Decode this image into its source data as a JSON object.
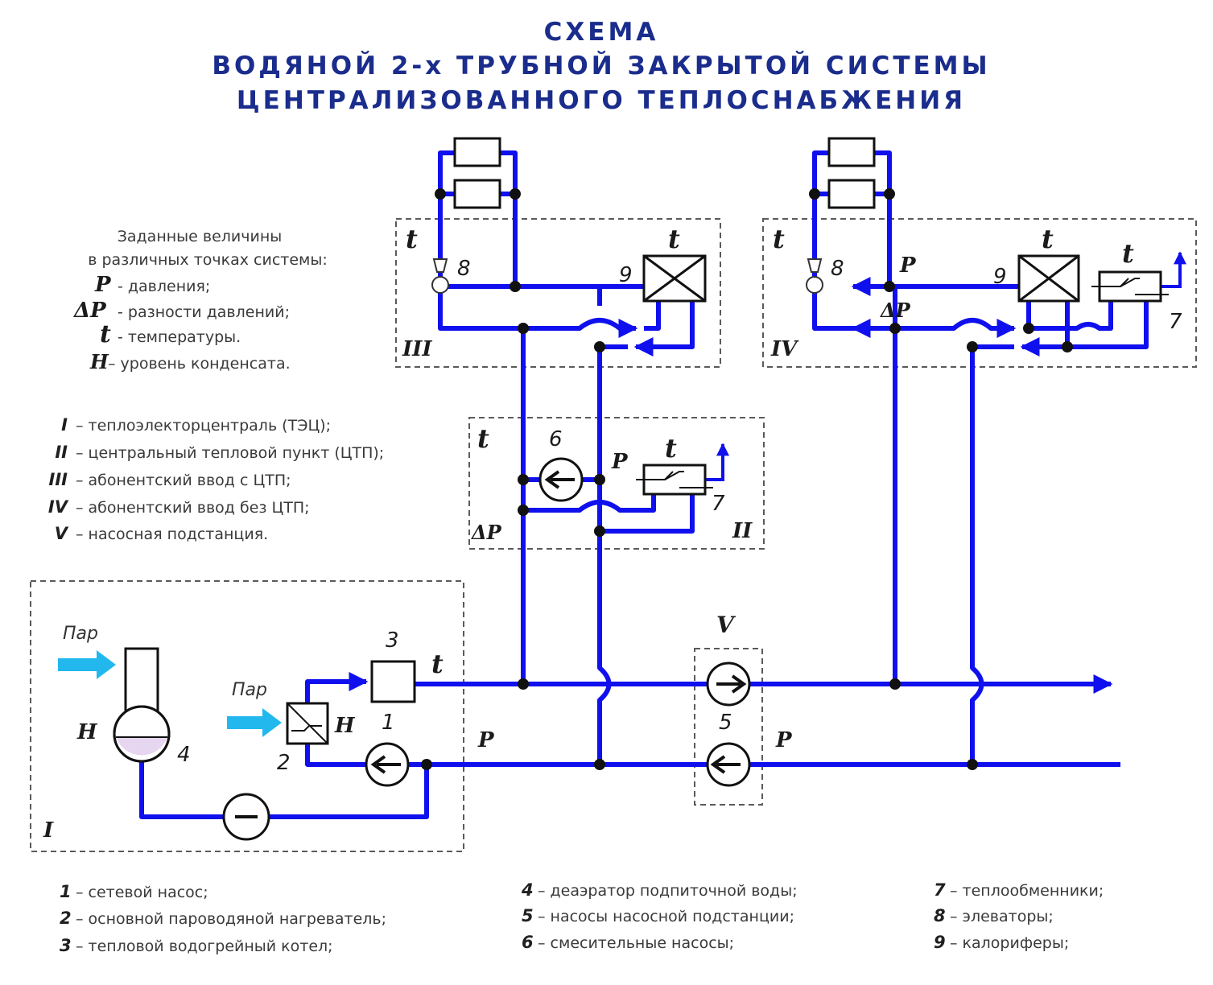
{
  "title": {
    "line1": "СХЕМА",
    "line2": "ВОДЯНОЙ 2-х ТРУБНОЙ ЗАКРЫТОЙ СИСТЕМЫ",
    "line3": "ЦЕНТРАЛИЗОВАННОГО ТЕПЛОСНАБЖЕНИЯ"
  },
  "setpoints": {
    "heading1": "Заданные величины",
    "heading2": "в различных точках системы:",
    "items": [
      {
        "key": "P",
        "text": "- давления;"
      },
      {
        "key": "ΔP",
        "text": "- разности давлений;"
      },
      {
        "key": "t",
        "text": "- температуры."
      },
      {
        "key": "H",
        "text": "– уровень конденсата."
      }
    ]
  },
  "stations": [
    {
      "key": "I",
      "text": "– теплоэлекторцентраль (ТЭЦ);"
    },
    {
      "key": "II",
      "text": "– центральный тепловой пункт (ЦТП);"
    },
    {
      "key": "III",
      "text": "– абонентский ввод с ЦТП;"
    },
    {
      "key": "IV",
      "text": "– абонентский ввод без ЦТП;"
    },
    {
      "key": "V",
      "text": "– насосная подстанция."
    }
  ],
  "equipment": [
    {
      "key": "1",
      "text": "– сетевой насос;"
    },
    {
      "key": "2",
      "text": "– основной пароводяной нагреватель;"
    },
    {
      "key": "3",
      "text": "– тепловой водогрейный котел;"
    },
    {
      "key": "4",
      "text": "– деаэратор подпиточной воды;"
    },
    {
      "key": "5",
      "text": "– насосы насосной подстанции;"
    },
    {
      "key": "6",
      "text": "– смесительные насосы;"
    },
    {
      "key": "7",
      "text": "– теплообменники;"
    },
    {
      "key": "8",
      "text": "– элеваторы;"
    },
    {
      "key": "9",
      "text": "– калориферы;"
    }
  ],
  "labels": {
    "steam": "Пар",
    "P": "P",
    "dP": "ΔP",
    "t": "t",
    "H": "H",
    "zone_I": "I",
    "zone_II": "II",
    "zone_III": "III",
    "zone_IV": "IV",
    "zone_V": "V",
    "n1": "1",
    "n2": "2",
    "n3": "3",
    "n4": "4",
    "n5": "5",
    "n6": "6",
    "n7": "7",
    "n8": "8",
    "n9": "9"
  },
  "colors": {
    "pipe": "#1010ee",
    "steam_arrow": "#22b8ee",
    "title": "#1a2c8c",
    "condensate": "#e6d6f0"
  }
}
